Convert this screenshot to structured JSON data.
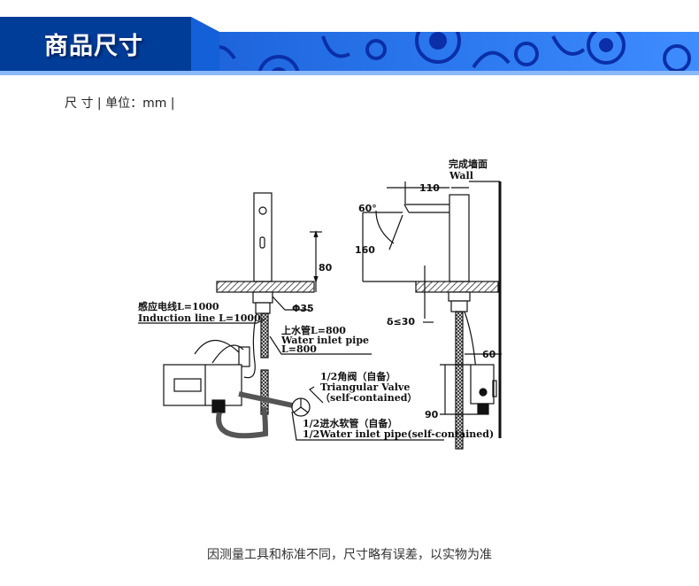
{
  "banner": {
    "title": "商品尺寸"
  },
  "subtitle": "尺 寸 | 单位：mm |",
  "diagram": {
    "left": {
      "dim_height": "80",
      "diameter": "Φ35",
      "induction_cn": "感应电线L=1000",
      "induction_en": "Induction line L=1000",
      "inlet_cn": "上水管L=800",
      "inlet_en": "Water inlet pipe",
      "inlet_len": "L=800",
      "valve_cn": "1/2角阀（自备）",
      "valve_en": "Triangular Valve",
      "valve_note": "（self-contained）",
      "hose_cn": "1/2进水软管（自备）",
      "hose_en": "1/2Water inlet pipe(self-contained)"
    },
    "right": {
      "wall_cn": "完成墙面",
      "wall_en": "Wall",
      "dim_reach": "110",
      "angle": "60°",
      "dim_height": "160",
      "thickness": "δ≤30",
      "box_depth": "60",
      "box_height": "90"
    }
  },
  "footer": "因测量工具和标准不同，尺寸略有误差，以实物为准"
}
